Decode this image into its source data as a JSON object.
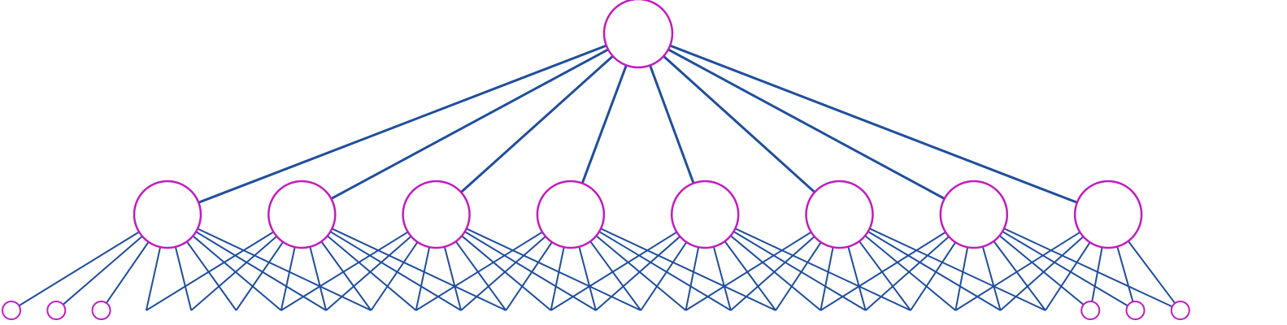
{
  "diagram": {
    "type": "tree-network",
    "levels": 3,
    "root_count": 1,
    "middle_count": 8,
    "leaf_circle_count_left": 3,
    "leaf_circle_count_right": 3,
    "colors": {
      "edge": "#1f4e9c",
      "node_stroke": "#c21bbf",
      "node_fill": "#ffffff",
      "background": "#ffffff"
    }
  }
}
